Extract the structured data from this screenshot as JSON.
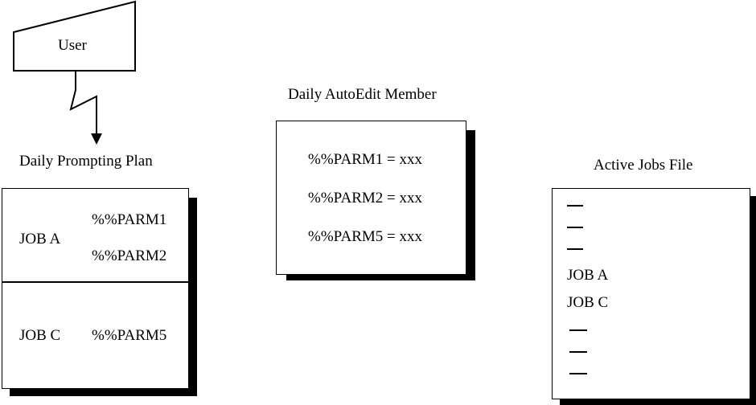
{
  "user": {
    "label": "User"
  },
  "prompting_plan": {
    "title": "Daily Prompting Plan",
    "rows": [
      {
        "job": "JOB A",
        "parms": [
          "%%PARM1",
          "%%PARM2"
        ]
      },
      {
        "job": "JOB C",
        "parms": [
          "%%PARM5"
        ]
      }
    ]
  },
  "autoedit": {
    "title": "Daily AutoEdit Member",
    "lines": [
      "%%PARM1 = xxx",
      "%%PARM2 = xxx",
      "%%PARM5 = xxx"
    ]
  },
  "active_jobs": {
    "title": "Active Jobs File",
    "jobs": [
      "JOB A",
      "JOB C"
    ]
  }
}
